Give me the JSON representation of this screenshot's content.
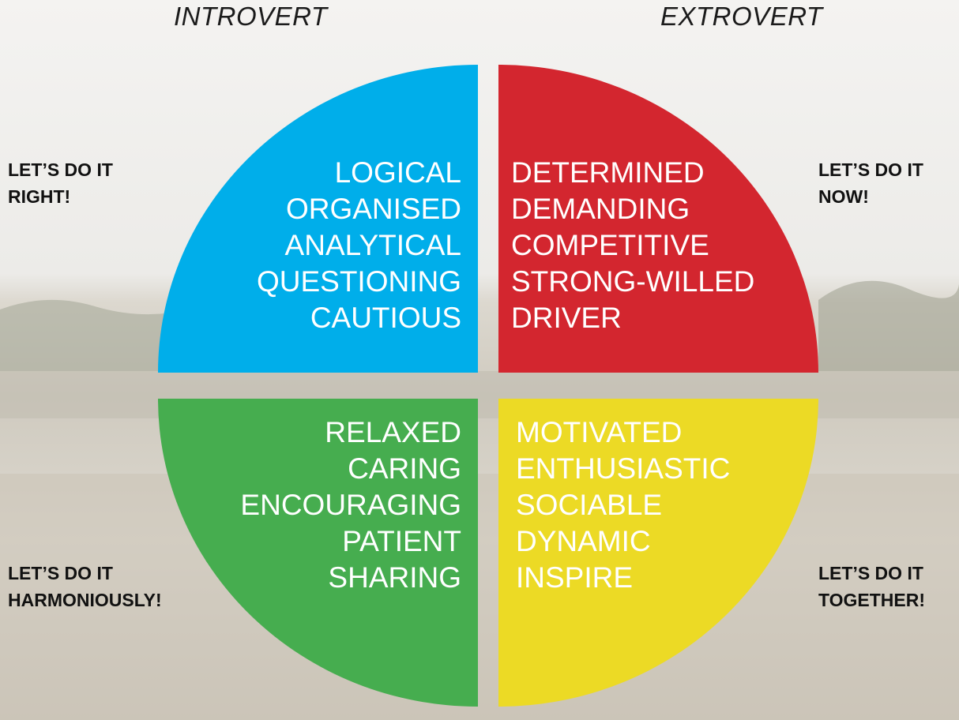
{
  "headings": {
    "left": "INTROVERT",
    "right": "EXTROVERT"
  },
  "notes": {
    "top_left": [
      "LET’S DO IT",
      "RIGHT!"
    ],
    "top_right": [
      "LET’S DO IT",
      "NOW!"
    ],
    "bottom_left": [
      "LET’S DO IT",
      "HARMONIOUSLY!"
    ],
    "bottom_right": [
      "LET’S DO IT",
      "TOGETHER!"
    ]
  },
  "quadrants": {
    "blue": {
      "color": "#00aeea",
      "traits": [
        "LOGICAL",
        "ORGANISED",
        "ANALYTICAL",
        "QUESTIONING",
        "CAUTIOUS"
      ]
    },
    "red": {
      "color": "#d3262f",
      "traits": [
        "DETERMINED",
        "DEMANDING",
        "COMPETITIVE",
        "STRONG-WILLED",
        "DRIVER"
      ]
    },
    "green": {
      "color": "#46ad4f",
      "traits": [
        "RELAXED",
        "CARING",
        "ENCOURAGING",
        "PATIENT",
        "SHARING"
      ]
    },
    "yellow": {
      "color": "#ecda25",
      "traits": [
        "MOTIVATED",
        "ENTHUSIASTIC",
        "SOCIABLE",
        "DYNAMIC",
        "INSPIRE"
      ]
    }
  }
}
